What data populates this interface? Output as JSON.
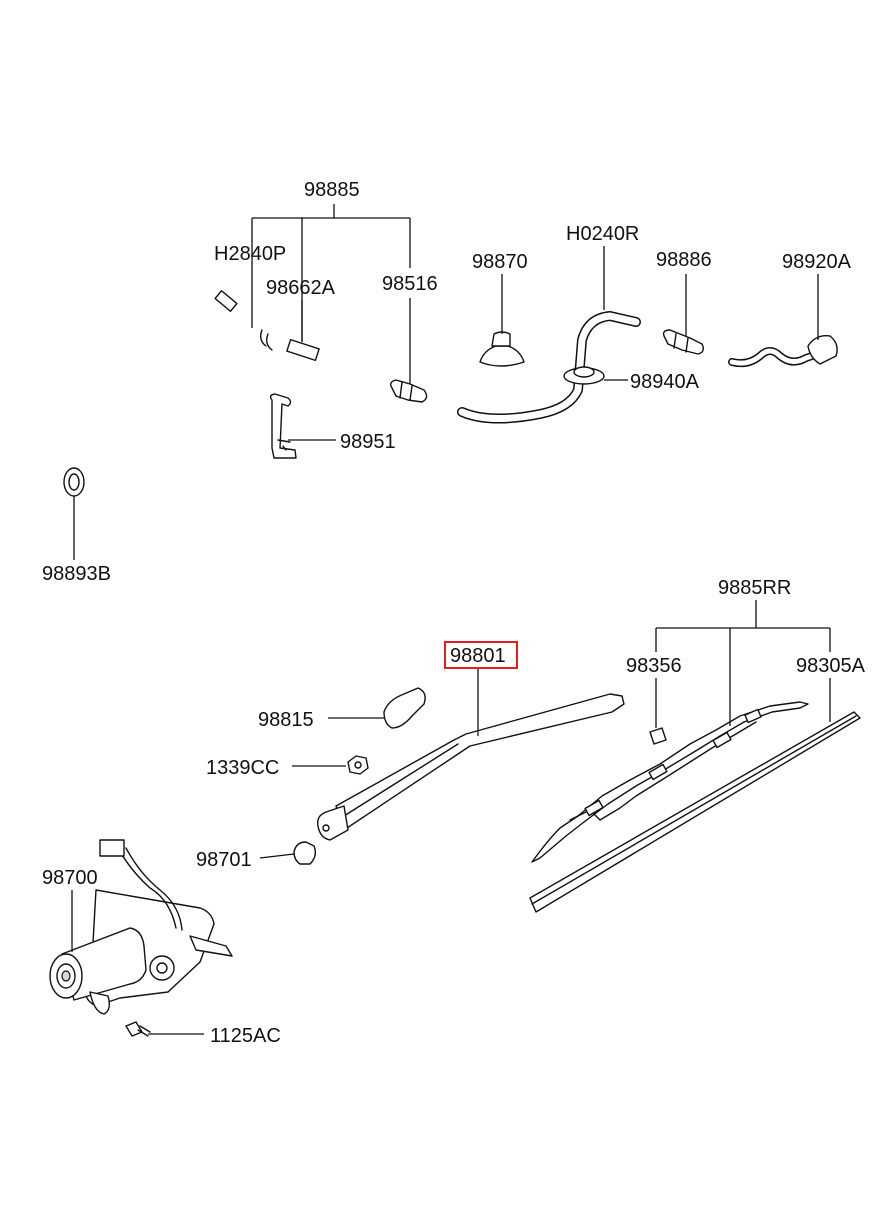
{
  "diagram": {
    "highlight_color": "#e0201c",
    "callouts": {
      "p98885": "98885",
      "pH2840P": "H2840P",
      "p98662A": "98662A",
      "p98516": "98516",
      "p98870": "98870",
      "pH0240R": "H0240R",
      "p98886": "98886",
      "p98920A": "98920A",
      "p98940A": "98940A",
      "p98951": "98951",
      "p98893B": "98893B",
      "p9885RR": "9885RR",
      "p98801": "98801",
      "p98356": "98356",
      "p98305A": "98305A",
      "p98815": "98815",
      "p1339CC": "1339CC",
      "p98701": "98701",
      "p98700": "98700",
      "p1125AC": "1125AC"
    }
  }
}
